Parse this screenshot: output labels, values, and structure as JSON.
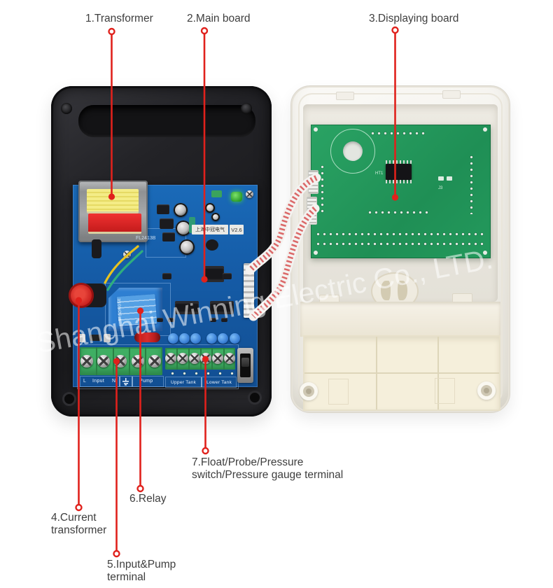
{
  "annotations": {
    "color": "#e0211c",
    "labels": [
      {
        "text": "1.Transformer"
      },
      {
        "text": "2.Main board"
      },
      {
        "text": "3.Displaying board"
      },
      {
        "line1": "4.Current",
        "line2": "transformer"
      },
      {
        "line1": "5.Input&Pump",
        "line2": "terminal"
      },
      {
        "text": "6.Relay"
      },
      {
        "line1": "7.Float/Probe/Pressure",
        "line2": "switch/Pressure gauge terminal"
      }
    ]
  },
  "watermark": {
    "text": "Shanghai Winning Electric Co., LTD."
  },
  "main_board": {
    "model": "FL2413B",
    "brand_label": "上海中冠电气",
    "version": "V2.6",
    "relay_brand": "SONGLE",
    "terminals": {
      "l": "L",
      "input": "Input",
      "n": "N",
      "pump": "Pump",
      "upper_tank": "Upper Tank",
      "lower_tank": "Lower Tank"
    }
  },
  "display_board": {
    "ic_ref": "HT1",
    "connector_ref": "J3"
  },
  "colors": {
    "pcb_blue": "#155ba6",
    "pcb_green": "#23995c",
    "case_black": "#202023",
    "case_white": "#f2efe9",
    "terminal_green": "#3fae63",
    "relay_blue": "#2e7fd2",
    "transformer_yellow": "#f1e87d",
    "transformer_red": "#e32222",
    "ct_red": "#c21818",
    "annotation_red": "#e0211c"
  }
}
